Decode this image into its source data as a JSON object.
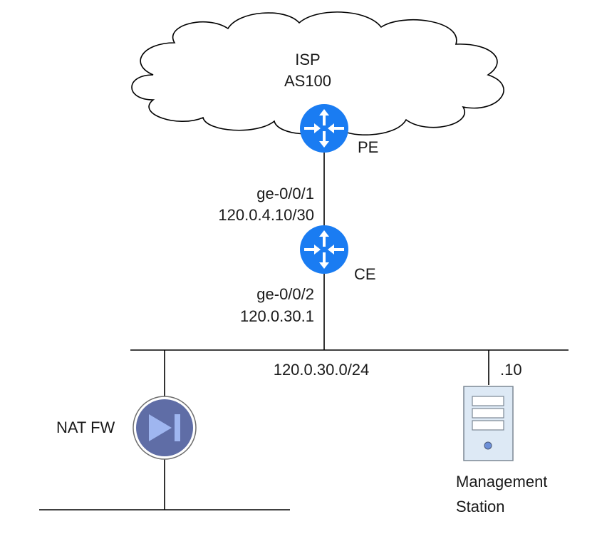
{
  "cloud": {
    "line1": "ISP",
    "line2": "AS100"
  },
  "routers": {
    "pe": {
      "name": "PE"
    },
    "ce": {
      "name": "CE"
    }
  },
  "links": {
    "pe_ce": {
      "interface": "ge-0/0/1",
      "address": "120.0.4.10/30"
    },
    "ce_lan": {
      "interface": "ge-0/0/2",
      "address": "120.0.30.1"
    }
  },
  "lan": {
    "subnet": "120.0.30.0/24"
  },
  "firewall": {
    "label": "NAT FW"
  },
  "management": {
    "host_octet": ".10",
    "line1": "Management",
    "line2": "Station"
  },
  "colors": {
    "router": "#1a7cf2",
    "router_arrows": "#ffffff",
    "firewall": "#5f6da6",
    "firewall_glyph": "#9fb6f0",
    "server": "#dde9f5",
    "line": "#000000"
  }
}
